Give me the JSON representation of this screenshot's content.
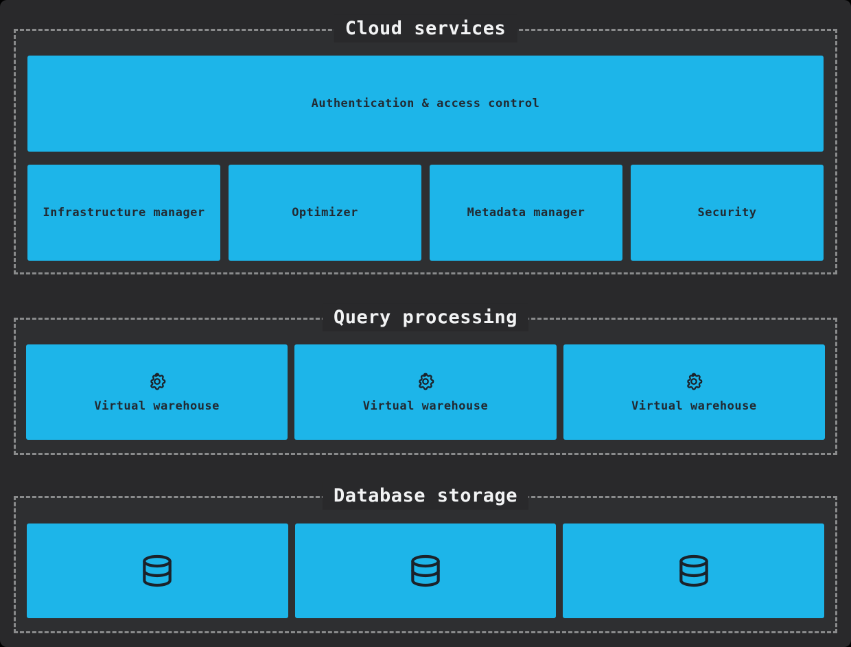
{
  "diagram": {
    "sections": [
      {
        "title": "Cloud services",
        "banner": "Authentication & access control",
        "boxes": [
          "Infrastructure manager",
          "Optimizer",
          "Metadata manager",
          "Security"
        ]
      },
      {
        "title": "Query processing",
        "box_icon": "gear-icon",
        "boxes": [
          "Virtual warehouse",
          "Virtual warehouse",
          "Virtual warehouse"
        ]
      },
      {
        "title": "Database storage",
        "box_icon": "database-icon",
        "boxes": [
          "",
          "",
          ""
        ]
      }
    ],
    "colors": {
      "outer_background": "#29292b",
      "section_background": "#2e2f31",
      "dashed_border": "#8a8b8c",
      "box_fill": "#1db5e9",
      "title_text": "#f2f3f4",
      "box_text": "#222a32",
      "icon_ink": "#1b222a"
    }
  }
}
